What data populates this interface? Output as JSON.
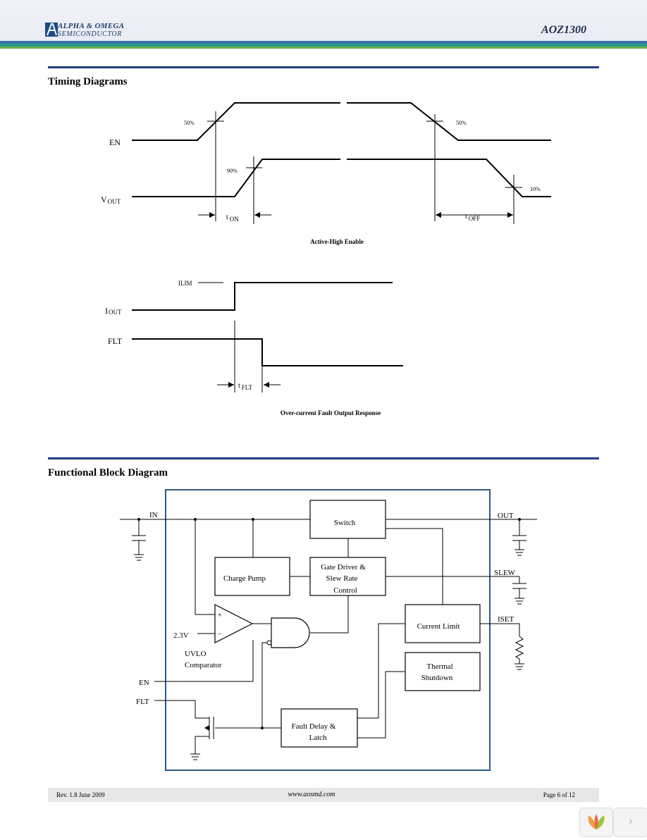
{
  "header": {
    "company_line1": "ALPHA & OMEGA",
    "company_line2": "SEMICONDUCTOR",
    "part_number": "AOZ1300",
    "logo_icon": "alpha-omega-logo"
  },
  "timing": {
    "title": "Timing Diagrams",
    "en_label": "EN",
    "vout_label_main": "V",
    "vout_label_sub": "OUT",
    "en_rise_pct": "50%",
    "en_fall_pct": "50%",
    "vout_rise_pct": "90%",
    "vout_fall_pct": "10%",
    "ton_main": "t",
    "ton_sub": "ON",
    "toff_main": "t",
    "toff_sub": "OFF",
    "caption1": "Active-High Enable",
    "ilim_label": "ILIM",
    "iout_label_main": "I",
    "iout_label_sub": "OUT",
    "flt_label": "FLT",
    "tflt_main": "t",
    "tflt_sub": "FLT",
    "caption2": "Over-current Fault Output Response"
  },
  "block": {
    "title": "Functional Block Diagram",
    "in_label": "IN",
    "out_label": "OUT",
    "slew_label": "SLEW",
    "iset_label": "ISET",
    "en_label": "EN",
    "flt_label": "FLT",
    "switch_label": "Switch",
    "charge_pump_label": "Charge Pump",
    "gate_line1": "Gate Driver &",
    "gate_line2": "Slew Rate",
    "gate_line3": "Control",
    "current_limit_label": "Current Limit",
    "thermal_line1": "Thermal",
    "thermal_line2": "Shutdown",
    "uvlo_line1": "UVLO",
    "uvlo_line2": "Comparator",
    "ref_voltage": "2.3V",
    "plus_sign": "+",
    "minus_sign": "−",
    "fault_line1": "Fault Delay &",
    "fault_line2": "Latch"
  },
  "footer": {
    "revision": "Rev. 1.8 June 2009",
    "url": "www.aosmd.com",
    "page": "Page 6 of 12"
  },
  "viewer": {
    "next_glyph": "›"
  },
  "colors": {
    "rule": "#1f3f80",
    "block_border": "#2e5a8a",
    "header_blue": "#3d74a8",
    "header_teal": "#2a9a8a",
    "header_green": "#6ab04c"
  }
}
